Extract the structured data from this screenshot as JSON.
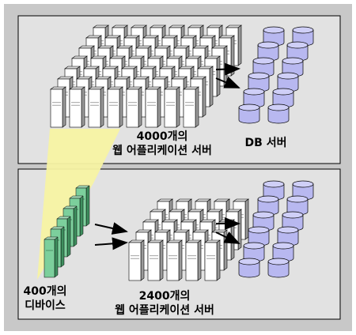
{
  "top_panel": {
    "app_servers_label": "4000개의\n웹 어플리케이션 서버",
    "db_label": "DB 서버"
  },
  "bottom_panel": {
    "devices_label": "400개의\n디바이스",
    "app_servers_label": "2400개의\n웹 어플리케이션 서버"
  },
  "colors": {
    "frame": "#c8c8c8",
    "panel": "#e2e2e2",
    "server": "#ffffff",
    "db_cylinder": "#b8b8f0",
    "device": "#7ccf9c",
    "highlight": "#f7f3a3"
  },
  "icons": [
    "server-icon",
    "database-cylinder-icon",
    "device-icon",
    "arrow-icon"
  ]
}
